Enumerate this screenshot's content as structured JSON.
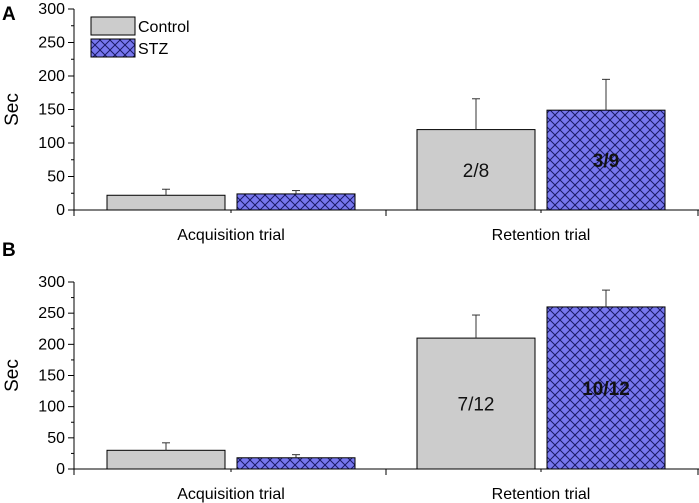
{
  "chart_data": [
    {
      "type": "bar",
      "panel_label": "A",
      "ylabel": "Sec",
      "ylim": [
        0,
        300
      ],
      "yticks": [
        0,
        50,
        100,
        150,
        200,
        250,
        300
      ],
      "categories": [
        "Acquisition trial",
        "Retention trial"
      ],
      "series": [
        {
          "name": "Control",
          "values": [
            22,
            120
          ],
          "errors": [
            9,
            46
          ],
          "bar_labels": [
            "",
            "2/8"
          ],
          "color": "#cccccc"
        },
        {
          "name": "STZ",
          "values": [
            24,
            149
          ],
          "errors": [
            5,
            46
          ],
          "bar_labels": [
            "",
            "3/9"
          ],
          "color": "#7777ee"
        }
      ],
      "legend": "top-left",
      "grid": false
    },
    {
      "type": "bar",
      "panel_label": "B",
      "ylabel": "Sec",
      "ylim": [
        0,
        300
      ],
      "yticks": [
        0,
        50,
        100,
        150,
        200,
        250,
        300
      ],
      "categories": [
        "Acquisition trial",
        "Retention trial"
      ],
      "series": [
        {
          "name": "Control",
          "values": [
            30,
            210
          ],
          "errors": [
            12,
            37
          ],
          "bar_labels": [
            "",
            "7/12"
          ],
          "color": "#cccccc"
        },
        {
          "name": "STZ",
          "values": [
            18,
            260
          ],
          "errors": [
            5,
            27
          ],
          "bar_labels": [
            "",
            "10/12"
          ],
          "color": "#7777ee"
        }
      ],
      "grid": false
    }
  ]
}
